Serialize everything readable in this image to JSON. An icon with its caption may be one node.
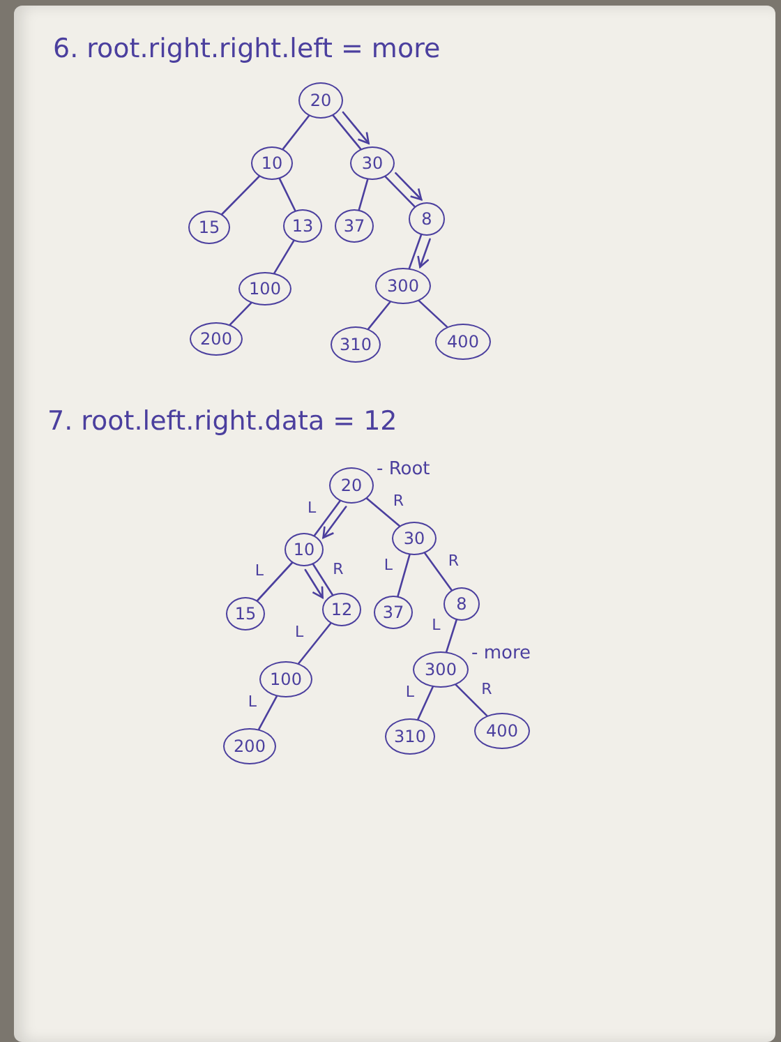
{
  "diagram": {
    "nodes": [
      {
        "text": [
          "20"
        ]
      },
      {
        "text": [
          "10"
        ]
      },
      {
        "text": [
          "30"
        ]
      },
      {
        "text": [
          "15"
        ]
      },
      {
        "text": [
          "13"
        ]
      },
      {
        "text": [
          "37"
        ]
      },
      {
        "text": [
          "8"
        ]
      },
      {
        "text": [
          "100"
        ]
      },
      {
        "text": [
          "300"
        ]
      },
      {
        "text": [
          "200"
        ]
      },
      {
        "text": [
          "310"
        ]
      },
      {
        "text": [
          "400"
        ]
      },
      {
        "text": [
          "20"
        ],
        "beside": [
          "- Root"
        ]
      },
      {
        "text": [
          "10"
        ]
      },
      {
        "text": [
          "30"
        ]
      },
      {
        "text": [
          "15"
        ]
      },
      {
        "text": [
          "12"
        ]
      },
      {
        "text": [
          "37"
        ]
      },
      {
        "text": [
          "8"
        ]
      },
      {
        "text": [
          "100"
        ]
      },
      {
        "text": [
          "300"
        ],
        "beside": [
          "- more"
        ]
      },
      {
        "text": [
          "200"
        ]
      },
      {
        "text": [
          "310"
        ]
      },
      {
        "text": [
          "400"
        ]
      }
    ],
    "edges": [
      {
        "from": 0,
        "to": 1,
        "arrow": "none"
      },
      {
        "from": 0,
        "to": 2,
        "arrow": "none"
      },
      {
        "from": 0,
        "to": 2,
        "arrow": "to"
      },
      {
        "from": 1,
        "to": 3,
        "arrow": "none"
      },
      {
        "from": 1,
        "to": 4,
        "arrow": "none"
      },
      {
        "from": 2,
        "to": 5,
        "arrow": "none"
      },
      {
        "from": 2,
        "to": 6,
        "arrow": "none"
      },
      {
        "from": 2,
        "to": 6,
        "arrow": "to"
      },
      {
        "from": 4,
        "to": 7,
        "arrow": "none"
      },
      {
        "from": 6,
        "to": 8,
        "arrow": "none"
      },
      {
        "from": 6,
        "to": 8,
        "arrow": "to"
      },
      {
        "from": 7,
        "to": 9,
        "arrow": "none"
      },
      {
        "from": 8,
        "to": 10,
        "arrow": "none"
      },
      {
        "from": 8,
        "to": 11,
        "arrow": "none"
      },
      {
        "from": 12,
        "to": 13,
        "arrow": "none",
        "label": "L"
      },
      {
        "from": 12,
        "to": 13,
        "arrow": "to"
      },
      {
        "from": 12,
        "to": 14,
        "arrow": "none",
        "label": "R"
      },
      {
        "from": 13,
        "to": 15,
        "arrow": "none",
        "label": "L"
      },
      {
        "from": 13,
        "to": 16,
        "arrow": "none",
        "label": "R"
      },
      {
        "from": 13,
        "to": 16,
        "arrow": "to"
      },
      {
        "from": 14,
        "to": 17,
        "arrow": "none",
        "label": "L"
      },
      {
        "from": 14,
        "to": 18,
        "arrow": "none",
        "label": "R"
      },
      {
        "from": 16,
        "to": 19,
        "arrow": "none",
        "label": "L"
      },
      {
        "from": 18,
        "to": 20,
        "arrow": "none",
        "label": "L"
      },
      {
        "from": 19,
        "to": 21,
        "arrow": "none",
        "label": "L"
      },
      {
        "from": 20,
        "to": 22,
        "arrow": "none",
        "label": "L"
      },
      {
        "from": 20,
        "to": 23,
        "arrow": "none",
        "label": "R"
      }
    ],
    "labels": [
      "6. root.right.right.left = more",
      "7. root.left.right.data = 12"
    ]
  }
}
